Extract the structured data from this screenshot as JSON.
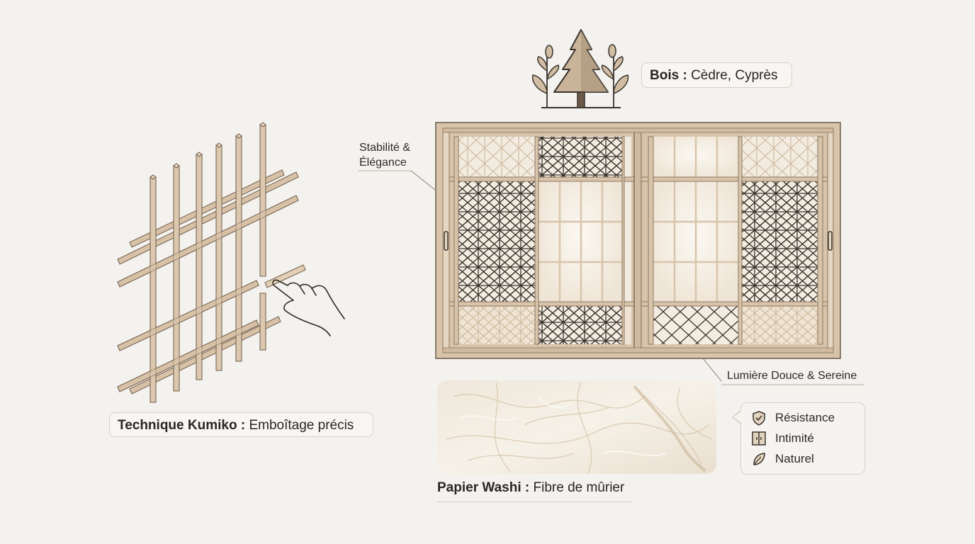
{
  "labels": {
    "bois_bold": "Bois :",
    "bois_text": "Cèdre, Cyprès",
    "kumiko_bold": "Technique Kumiko :",
    "kumiko_text": "Emboîtage précis",
    "stabilite_line1": "Stabilité &",
    "stabilite_line2": "Élégance",
    "lumiere": "Lumière Douce & Sereine",
    "washi_bold": "Papier Washi :",
    "washi_text": "Fibre de mûrier"
  },
  "properties": [
    {
      "label": "Résistance",
      "icon": "shield-icon"
    },
    {
      "label": "Intimité",
      "icon": "sliding-door-icon"
    },
    {
      "label": "Naturel",
      "icon": "leaf-icon"
    }
  ],
  "colors": {
    "background": "#f3f2ef",
    "wood": "#d8c4ab",
    "wood_dark": "#8c765f",
    "paper": "#f3ece1",
    "ink": "#3a332c",
    "border": "#d9d1c4"
  }
}
